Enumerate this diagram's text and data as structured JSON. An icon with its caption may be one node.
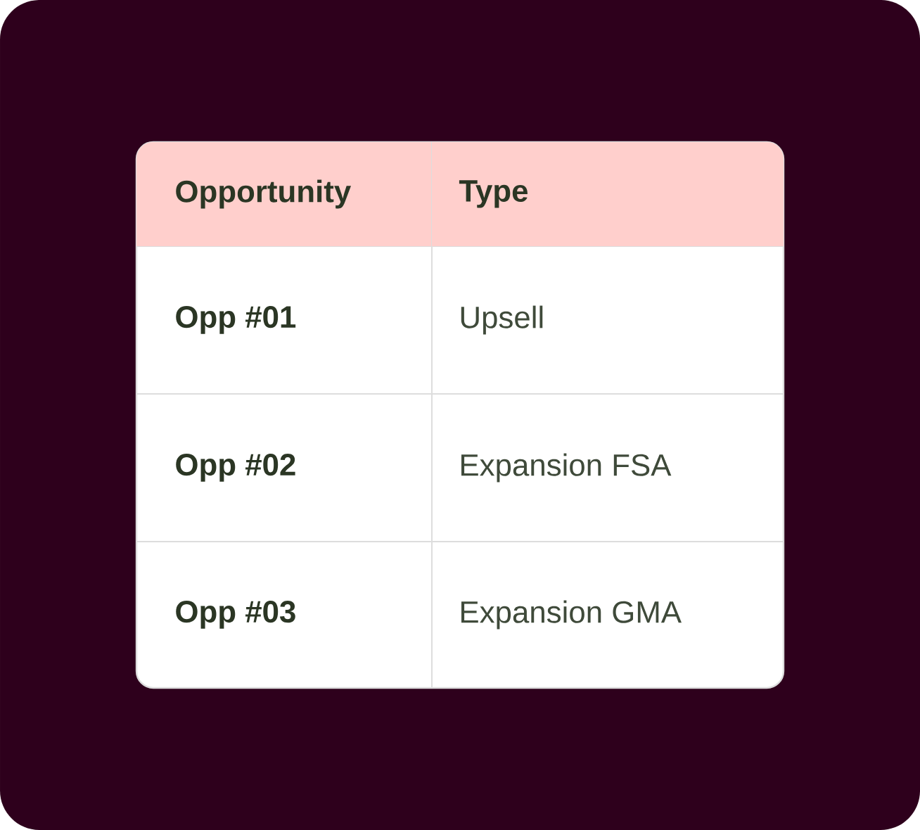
{
  "diagram": {
    "labels": [
      "Opportunity",
      "Type",
      "Opp #01",
      "Upsell",
      "Opp #02",
      "Expansion FSA",
      "Opp #03",
      "Expansion GMA"
    ]
  }
}
